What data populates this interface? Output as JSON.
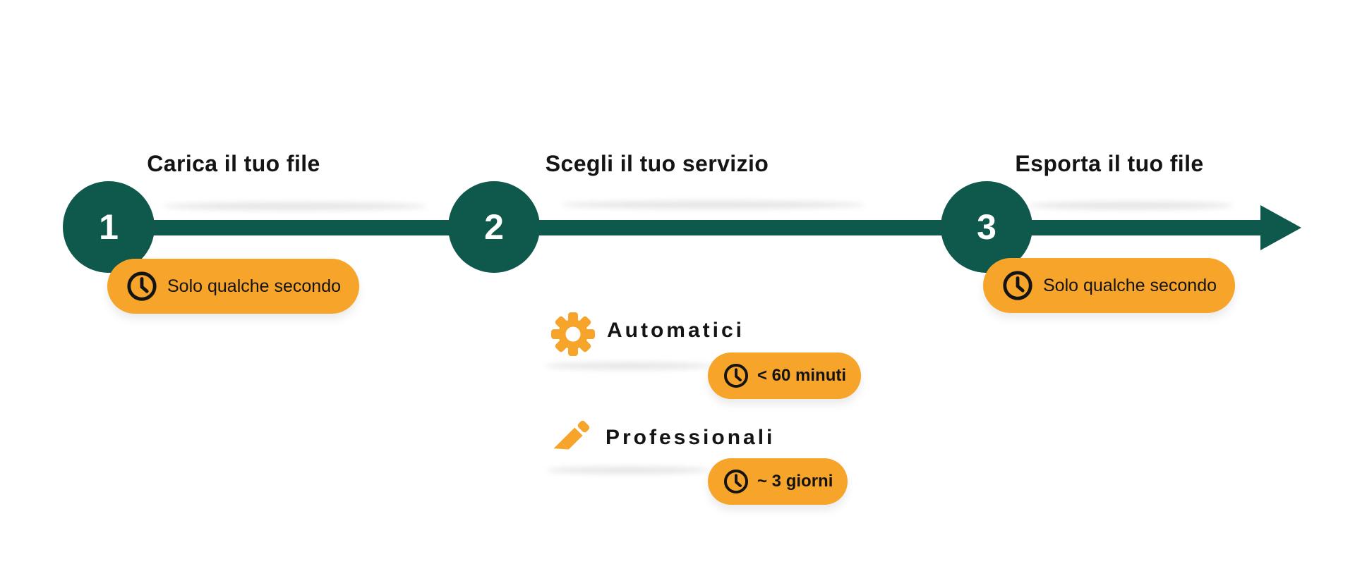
{
  "diagram": {
    "colors": {
      "teal": "#0E584C",
      "orange": "#F7A42B",
      "text": "#141414",
      "step_number_color": "#FFFFFF"
    },
    "steps": [
      {
        "number": "1",
        "title": "Carica il tuo file",
        "badge": {
          "icon": "clock-icon",
          "label": "Solo qualche secondo"
        }
      },
      {
        "number": "2",
        "title": "Scegli il tuo servizio",
        "options": [
          {
            "icon": "gear-icon",
            "label": "Automatici",
            "badge": {
              "icon": "clock-icon",
              "label": "< 60 minuti"
            }
          },
          {
            "icon": "pencil-icon",
            "label": "Professionali",
            "badge": {
              "icon": "clock-icon",
              "label": "~ 3 giorni"
            }
          }
        ]
      },
      {
        "number": "3",
        "title": "Esporta il tuo file",
        "badge": {
          "icon": "clock-icon",
          "label": "Solo qualche secondo"
        }
      }
    ]
  }
}
